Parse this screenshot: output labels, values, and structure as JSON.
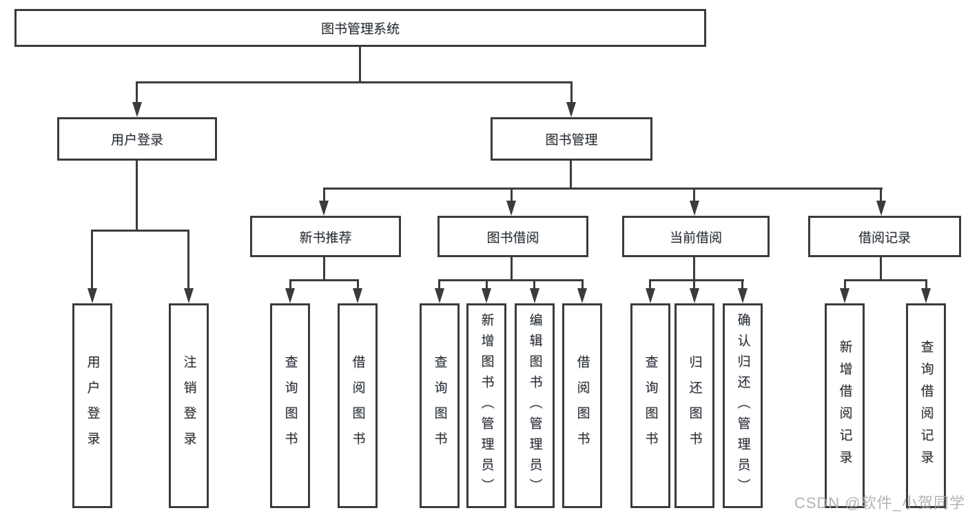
{
  "diagram": {
    "root": "图书管理系统",
    "branches": [
      {
        "label": "用户登录",
        "children": [
          "用户登录",
          "注销登录"
        ]
      },
      {
        "label": "图书管理",
        "sections": [
          {
            "label": "新书推荐",
            "children": [
              "查询图书",
              "借阅图书"
            ]
          },
          {
            "label": "图书借阅",
            "children": [
              "查询图书",
              "新增图书（管理员）",
              "编辑图书（管理员）",
              "借阅图书"
            ]
          },
          {
            "label": "当前借阅",
            "children": [
              "查询图书",
              "归还图书",
              "确认归还（管理员）"
            ]
          },
          {
            "label": "借阅记录",
            "children": [
              "新增借阅记录",
              "查询借阅记录"
            ]
          }
        ]
      }
    ]
  },
  "watermark": "CSDN @软件_小贺同学",
  "colors": {
    "line": "#3b3b3b",
    "text": "#2b2b2b",
    "watermark": "#a8a8a8",
    "background": "#ffffff"
  }
}
